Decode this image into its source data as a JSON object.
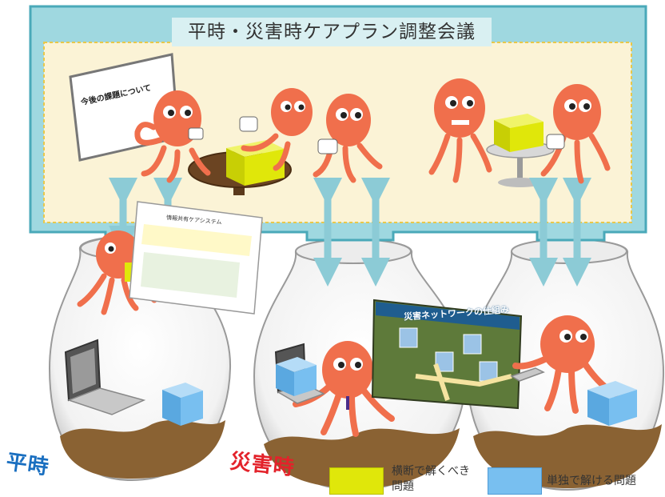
{
  "conference": {
    "title": "平時・災害時ケアプラン調整会議",
    "whiteboard_text": "今後の課題について"
  },
  "states": {
    "normal": "平時",
    "disaster": "災害時"
  },
  "handout": {
    "title": "情報共有ケアシステム"
  },
  "screen": {
    "title": "災害ネットワークの仕組み"
  },
  "legend": {
    "cross_cutting": "横断で解くべき問題",
    "standalone": "単独で解ける問題"
  },
  "colors": {
    "frame": "#9fd8e0",
    "frame_border": "#4aa9b9",
    "meeting_area": "#fbf3d6",
    "cross_cutting": "#e0e70a",
    "standalone": "#78bff0",
    "arrow": "#8ccbd6",
    "octopus": "#f06f4c",
    "normal_text": "#1a6fc0",
    "disaster_text": "#e3222a"
  }
}
